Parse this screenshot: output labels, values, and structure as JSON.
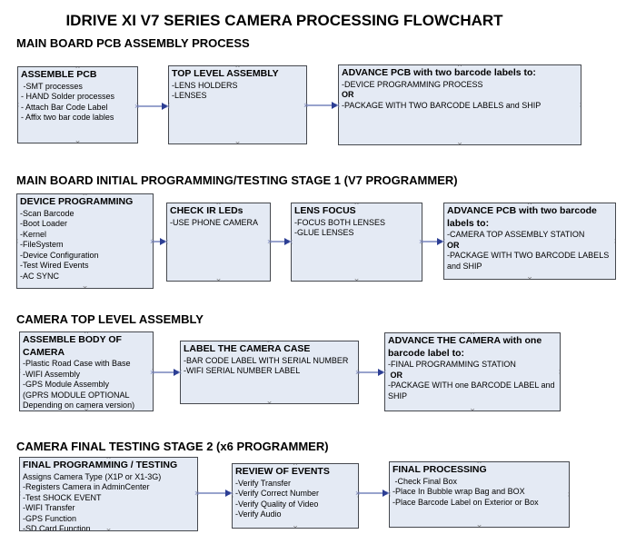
{
  "title": "IDRIVE XI V7 SERIES CAMERA PROCESSING FLOWCHART",
  "colors": {
    "box_fill": "#e4eaf4",
    "box_border": "#45484e",
    "arrow_line": "#98a3cd",
    "arrow_head": "#2c3e94",
    "handle": "#6f6f6f",
    "connector_x": "#7e8ac0",
    "text": "#000000"
  },
  "icons": {
    "connection_handle": "×"
  },
  "sections": [
    {
      "heading": "MAIN BOARD PCB ASSEMBLY PROCESS",
      "boxes": [
        {
          "title": "ASSEMBLE PCB",
          "items": [
            " -SMT processes",
            "- HAND Solder processes",
            "- Attach Bar Code Label",
            "- Affix two bar code lables"
          ]
        },
        {
          "title": "TOP LEVEL ASSEMBLY",
          "items": [
            "-LENS HOLDERS",
            "-LENSES"
          ]
        },
        {
          "title": "ADVANCE PCB with two barcode labels to:",
          "items": [
            "-DEVICE PROGRAMMING PROCESS",
            "OR",
            "-PACKAGE WITH TWO BARCODE LABELS and SHIP"
          ]
        }
      ]
    },
    {
      "heading": "MAIN BOARD INITIAL PROGRAMMING/TESTING STAGE 1 (V7 PROGRAMMER)",
      "boxes": [
        {
          "title": "DEVICE PROGRAMMING",
          "items": [
            "-Scan Barcode",
            "-Boot Loader",
            "-Kernel",
            "-FileSystem",
            "-Device Configuration",
            "-Test Wired Events",
            "-AC SYNC"
          ]
        },
        {
          "title": "CHECK IR LEDs",
          "items": [
            "-USE PHONE CAMERA"
          ]
        },
        {
          "title": "LENS FOCUS",
          "items": [
            "-FOCUS BOTH LENSES",
            "-GLUE LENSES"
          ]
        },
        {
          "title": "ADVANCE PCB with two barcode labels to:",
          "items": [
            "-CAMERA TOP ASSEMBLY STATION",
            "OR",
            "-PACKAGE WITH TWO BARCODE LABELS and SHIP"
          ]
        }
      ]
    },
    {
      "heading": "CAMERA TOP LEVEL ASSEMBLY",
      "boxes": [
        {
          "title": "ASSEMBLE BODY OF CAMERA",
          "items": [
            "-Plastic Road Case with Base",
            "-WIFI Assembly",
            "-GPS Module Assembly",
            "(GPRS MODULE OPTIONAL Depending on camera version)"
          ]
        },
        {
          "title": "LABEL THE CAMERA CASE",
          "items": [
            "-BAR CODE LABEL WITH SERIAL NUMBER",
            "-WIFI SERIAL NUMBER LABEL"
          ]
        },
        {
          "title": "ADVANCE THE CAMERA with one barcode label to:",
          "items": [
            "-FINAL PROGRAMMING STATION",
            " OR",
            "-PACKAGE WITH one BARCODE LABEL and SHIP"
          ]
        }
      ]
    },
    {
      "heading": "CAMERA FINAL TESTING STAGE 2 (x6 PROGRAMMER)",
      "boxes": [
        {
          "title": "FINAL PROGRAMMING / TESTING",
          "items": [
            "Assigns Camera Type (X1P or X1-3G)",
            "-Registers Camera in AdminCenter",
            "-Test SHOCK EVENT",
            "-WIFI Transfer",
            "-GPS Function",
            "-SD Card Function"
          ]
        },
        {
          "title": "REVIEW OF EVENTS",
          "items": [
            "-Verify Transfer",
            "-Verify Correct Number",
            "-Verify Quality of Video",
            "-Verify Audio"
          ]
        },
        {
          "title": "FINAL PROCESSING",
          "items": [
            " -Check Final Box",
            "-Place In Bubble wrap Bag and BOX",
            "-Place Barcode Label on Exterior or Box"
          ]
        }
      ]
    }
  ]
}
